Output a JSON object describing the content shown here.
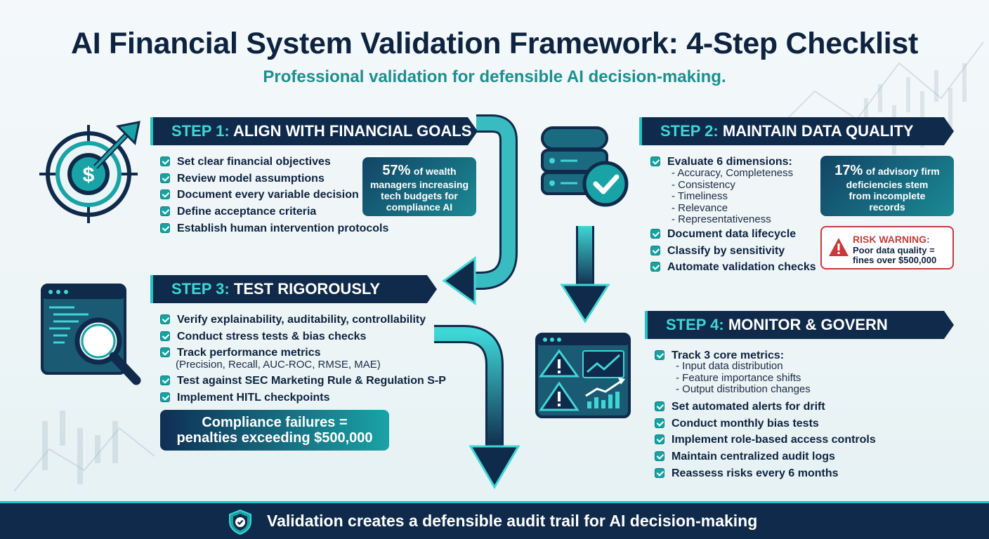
{
  "header": {
    "title": "AI Financial System Validation Framework: 4-Step Checklist",
    "subtitle": "Professional validation for defensible AI decision-making."
  },
  "step1": {
    "num": "STEP 1:",
    "title": "ALIGN WITH FINANCIAL GOALS",
    "items": [
      "Set clear financial objectives",
      "Review model assumptions",
      "Document every variable decision",
      "Define acceptance criteria",
      "Establish human intervention protocols"
    ],
    "stat": {
      "pct": "57%",
      "text_a": "of wealth",
      "text_b": "managers increasing",
      "text_c": "tech budgets for",
      "text_d": "compliance AI"
    }
  },
  "step2": {
    "num": "STEP 2:",
    "title": "MAINTAIN DATA QUALITY",
    "items": [
      "Evaluate 6 dimensions:",
      "Document data lifecycle",
      "Classify by sensitivity",
      "Automate validation checks"
    ],
    "dimensions": [
      "- Accuracy, Completeness",
      "- Consistency",
      "- Timeliness",
      "- Relevance",
      "- Representativeness"
    ],
    "stat": {
      "pct": "17%",
      "text_a": "of advisory firm",
      "text_b": "deficiencies stem",
      "text_c": "from incomplete",
      "text_d": "records"
    },
    "risk": {
      "title": "RISK WARNING:",
      "line1": "Poor data quality =",
      "line2": "fines over $500,000"
    }
  },
  "step3": {
    "num": "STEP 3:",
    "title": "TEST RIGOROUSLY",
    "items": [
      "Verify explainability, auditability, controllability",
      "Conduct stress tests & bias checks",
      "Track performance metrics",
      "Test against SEC Marketing Rule & Regulation S-P",
      "Implement HITL checkpoints"
    ],
    "metrics_note": "(Precision, Recall, AUC-ROC, RMSE, MAE)",
    "penalty": {
      "line1": "Compliance failures =",
      "line2": "penalties exceeding $500,000"
    }
  },
  "step4": {
    "num": "STEP 4:",
    "title": "MONITOR & GOVERN",
    "items": [
      "Track 3 core metrics:",
      "Set automated alerts for drift",
      "Conduct monthly bias tests",
      "Implement role-based access controls",
      "Maintain centralized audit logs",
      "Reassess risks every 6 months"
    ],
    "metrics": [
      "- Input data distribution",
      "- Feature importance shifts",
      "- Output distribution changes"
    ]
  },
  "footer": {
    "text": "Validation creates a defensible audit trail for AI decision-making"
  },
  "colors": {
    "navy": "#0f2a4a",
    "teal": "#1aa3a6",
    "accent": "#3fd6d6",
    "warning": "#c63a3a"
  },
  "icons": [
    "target-dollar-icon",
    "database-check-icon",
    "code-search-icon",
    "monitor-dashboard-icon",
    "warning-icon",
    "shield-check-icon"
  ]
}
